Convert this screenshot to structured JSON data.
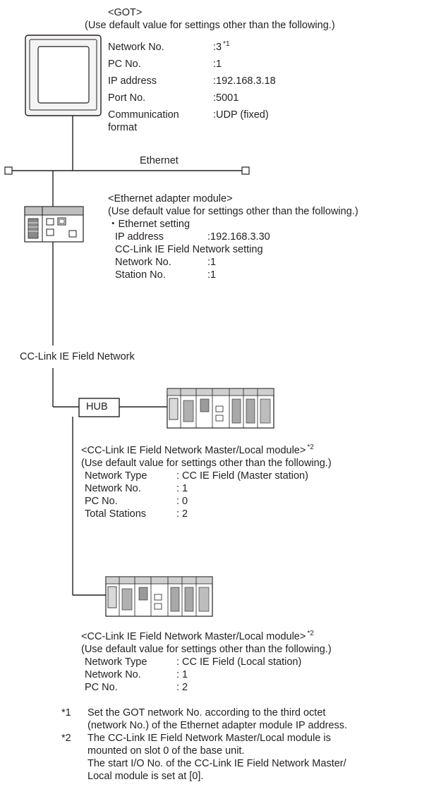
{
  "got": {
    "title": "<GOT>",
    "note": "(Use default value for settings other than the following.)",
    "settings": [
      {
        "label": "Network No.",
        "value": ":3",
        "sup": "*1"
      },
      {
        "label": "PC No.",
        "value": ":1"
      },
      {
        "label": "IP address",
        "value": ":192.168.3.18"
      },
      {
        "label": "Port No.",
        "value": ":5001"
      },
      {
        "label": "Communication",
        "label2": "format",
        "value": ":UDP (fixed)"
      }
    ]
  },
  "ethernet_label": "Ethernet",
  "adapter": {
    "title": "<Ethernet adapter module>",
    "note": "(Use default value for settings other than the following.)",
    "eth_heading": "・Ethernet setting",
    "ip_label": "IP address",
    "ip_value": ":192.168.3.30",
    "cc_heading": "CC-Link IE Field Network setting",
    "net_label": "Network No.",
    "net_value": ":1",
    "st_label": "Station No.",
    "st_value": ":1"
  },
  "cclink_label": "CC-Link IE Field Network",
  "hub_label": "HUB",
  "master": {
    "title": "<CC-Link IE Field Network Master/Local module>",
    "sup": "*2",
    "note": "(Use default value for settings other than the following.)",
    "settings": [
      {
        "label": "Network Type",
        "value": ": CC IE Field (Master station)"
      },
      {
        "label": "Network No.",
        "value": ": 1"
      },
      {
        "label": "PC No.",
        "value": ": 0"
      },
      {
        "label": "Total Stations",
        "value": ": 2"
      }
    ]
  },
  "local": {
    "title": "<CC-Link IE Field Network Master/Local module>",
    "sup": "*2",
    "note": "(Use default value for settings other than the following.)",
    "settings": [
      {
        "label": "Network Type",
        "value": ": CC IE Field (Local station)"
      },
      {
        "label": "Network No.",
        "value": ": 1"
      },
      {
        "label": "PC No.",
        "value": ": 2"
      }
    ]
  },
  "footnotes": [
    {
      "mark": "*1",
      "lines": [
        "Set the GOT network No. according to the third octet",
        "(network No.) of the Ethernet adapter module IP address."
      ]
    },
    {
      "mark": "*2",
      "lines": [
        "The CC-Link IE Field Network Master/Local module is",
        "mounted on slot 0 of the base unit.",
        "The start I/O No. of the CC-Link IE Field Network Master/",
        "Local module is set at [0]."
      ]
    }
  ]
}
